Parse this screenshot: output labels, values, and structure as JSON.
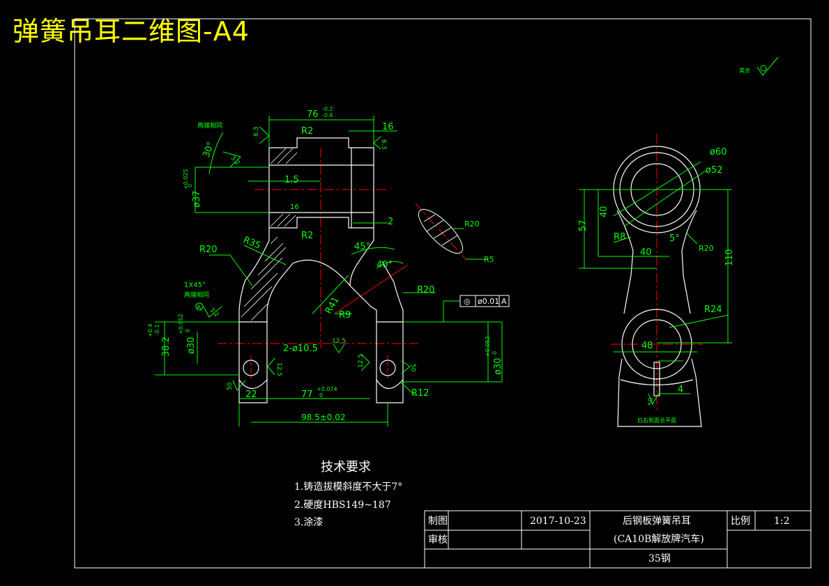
{
  "sheet_title": "弹簧吊耳二维图-A4",
  "colors": {
    "background": "#000000",
    "frame": "#ffffff",
    "dimension": "#00ff00",
    "centerline": "#ff0000",
    "title": "#ffff00",
    "text": "#ffffff"
  },
  "roughness_note": "其余",
  "front_view": {
    "dims": {
      "top_width": "76",
      "top_width_upper_tol": "-0.2",
      "top_width_lower_tol": "-0.6",
      "right_width": "16",
      "left_note": "两端相同",
      "angle30": "30°",
      "r2_top": "R2",
      "r2_mid": "R2",
      "d1_5": "1.5",
      "val16": "16",
      "val2": "2",
      "bore37": "ø37",
      "bore37_tol_upper": "+0.025",
      "bore37_tol_lower": "0",
      "r20_left": "R20",
      "r35": "R35",
      "ang45": "45°",
      "ang40": "40°",
      "r41": "R41",
      "r9": "R9",
      "r20_right": "R20",
      "chamfer": "1X45°",
      "both_ends": "两端相同",
      "height38": "38.2",
      "height38_tol_upper": "+0.4",
      "height38_tol_lower": "-0.1",
      "bore30_left": "ø30",
      "bore30_left_tol_upper": "+0.052",
      "bore30_left_tol_lower": "0",
      "holes": "2-ø10.5",
      "rough_12_5_a": "12.5",
      "rough_12_5_b": "12.5",
      "rough_12_5_c": "12.5",
      "rough_50_a": "50",
      "rough_50_b": "50",
      "rough_6_3_a": "6.3",
      "rough_6_3_b": "6.3",
      "rough_3_2_a": "3.2",
      "rough_3_2_b": "3.2",
      "bore30_right": "ø30",
      "bore30_right_tol_upper": "+0.052",
      "bore30_right_tol_lower": "0",
      "r12": "R12",
      "w22": "22",
      "w77": "77",
      "w77_tol_upper": "+0.074",
      "w77_tol_lower": "0",
      "w98": "98.5±0.02",
      "tolerance_frame": [
        "◎",
        "ø0.01",
        "A"
      ],
      "datum_a": "A",
      "section_r20": "R20",
      "section_r5": "R5"
    }
  },
  "side_view": {
    "dims": {
      "d60": "ø60",
      "d52": "ø52",
      "v57": "57",
      "v40a": "40",
      "r8": "R8",
      "v40b": "40",
      "ang5": "5°",
      "r20": "R20",
      "v110": "110",
      "r24": "R24",
      "v48": "48",
      "v4": "4",
      "v50": "50",
      "caption": "后右侧面总平面"
    }
  },
  "tech_requirements": {
    "heading": "技术要求",
    "items": [
      "1.铸造拔模斜度不大于7°",
      "2.硬度HBS149~187",
      "3.涂漆"
    ]
  },
  "title_block": {
    "drawn_label": "制图",
    "date": "2017-10-23",
    "part_name_line1": "后钢板弹簧吊耳",
    "part_name_line2": "(CA10B解放牌汽车)",
    "scale_label": "比例",
    "scale_value": "1:2",
    "check_label": "审核",
    "material": "35钢"
  }
}
